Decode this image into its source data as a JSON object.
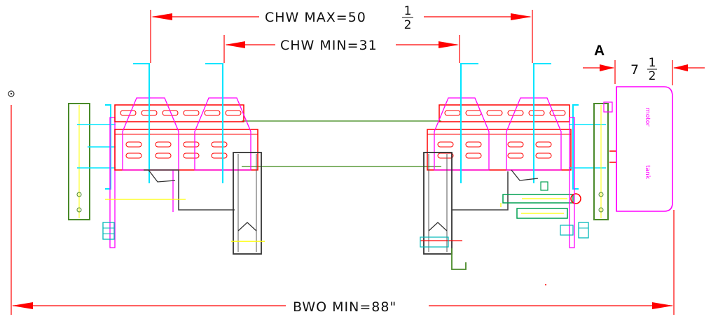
{
  "dimensions": {
    "chw_max": {
      "label": "CHW MAX=50",
      "fraction_num": "1",
      "fraction_den": "2"
    },
    "chw_min": {
      "label": "CHW MIN=31"
    },
    "bwo_min": {
      "label": "BWO MIN=88\""
    },
    "offset": {
      "whole": "7",
      "fraction_num": "1",
      "fraction_den": "2"
    }
  },
  "callout": {
    "label": "A"
  },
  "tank": {
    "label_top": "motor",
    "label_bottom": "tank"
  },
  "colors": {
    "dimension": "#ff0000",
    "rail": "#ff0000",
    "bracket": "#ff00ff",
    "post": "#00e5ff",
    "frame": "#333333",
    "beam": "#4a8a2a",
    "accent": "#ffff00",
    "cylinder": "#00a050"
  }
}
